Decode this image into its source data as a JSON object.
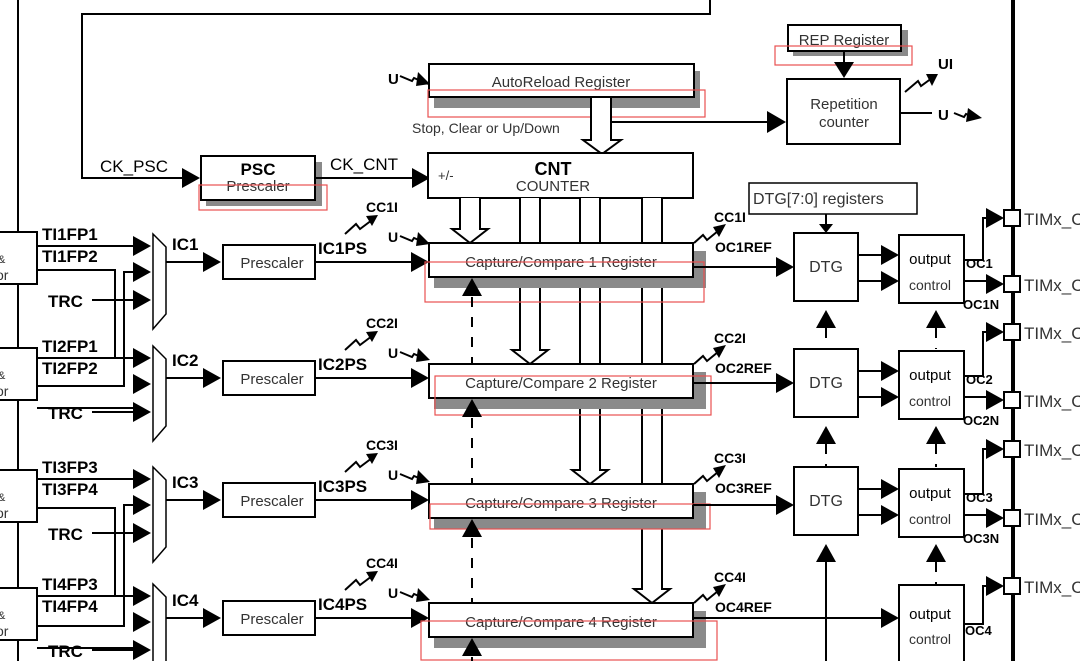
{
  "diagram": {
    "title": "Advanced-control timer block diagram (partial)",
    "autoreload": {
      "label": "AutoReload Register",
      "update_label": "U"
    },
    "rep_register": {
      "label": "REP Register"
    },
    "repetition_counter": {
      "line1": "Repetition",
      "line2": "counter",
      "ui_label": "UI",
      "u_label": "U"
    },
    "control_label": "Stop, Clear or Up/Down",
    "psc": {
      "title": "PSC",
      "subtitle": "Prescaler",
      "in_label": "CK_PSC",
      "out_label": "CK_CNT"
    },
    "cnt": {
      "title": "CNT",
      "subtitle": "COUNTER",
      "updown": "+/-"
    },
    "dtg_registers": {
      "label": "DTG[7:0] registers"
    },
    "channels": [
      {
        "in_a": "TI1FP1",
        "in_b": "TI1FP2",
        "trc": "TRC",
        "ic": "IC1",
        "prescaler": "Prescaler",
        "icps": "IC1PS",
        "ccI": "CC1I",
        "u": "U",
        "register": "Capture/Compare 1 Register",
        "ocref": "OC1REF",
        "dtg": "DTG",
        "out_line1": "output",
        "out_line2": "control",
        "oc": "OC1",
        "ocn": "OC1N",
        "pin1": "TIMx_C",
        "pin2": "TIMx_C"
      },
      {
        "in_a": "TI2FP1",
        "in_b": "TI2FP2",
        "trc": "TRC",
        "ic": "IC2",
        "prescaler": "Prescaler",
        "icps": "IC2PS",
        "ccI": "CC2I",
        "u": "U",
        "register": "Capture/Compare 2 Register",
        "ocref": "OC2REF",
        "dtg": "DTG",
        "out_line1": "output",
        "out_line2": "control",
        "oc": "OC2",
        "ocn": "OC2N",
        "pin1": "TIMx_C",
        "pin2": "TIMx_C"
      },
      {
        "in_a": "TI3FP3",
        "in_b": "TI3FP4",
        "trc": "TRC",
        "ic": "IC3",
        "prescaler": "Prescaler",
        "icps": "IC3PS",
        "ccI": "CC3I",
        "u": "U",
        "register": "Capture/Compare 3 Register",
        "ocref": "OC3REF",
        "dtg": "DTG",
        "out_line1": "output",
        "out_line2": "control",
        "oc": "OC3",
        "ocn": "OC3N",
        "pin1": "TIMx_C",
        "pin2": "TIMx_C"
      },
      {
        "in_a": "TI4FP3",
        "in_b": "TI4FP4",
        "trc": "TRC",
        "ic": "IC4",
        "prescaler": "Prescaler",
        "icps": "IC4PS",
        "ccI": "CC4I",
        "u": "U",
        "register": "Capture/Compare 4 Register",
        "ocref": "OC4REF",
        "dtg": "",
        "out_line1": "output",
        "out_line2": "control",
        "oc": "OC4",
        "ocn": "",
        "pin1": "TIMx_C",
        "pin2": ""
      }
    ],
    "left_box_fragments": {
      "line1": "&",
      "line2": "or"
    },
    "colors": {
      "line": "#000000",
      "shadow": "#8a8a8a",
      "highlight": "#e85050",
      "text_dim": "#333333"
    }
  }
}
